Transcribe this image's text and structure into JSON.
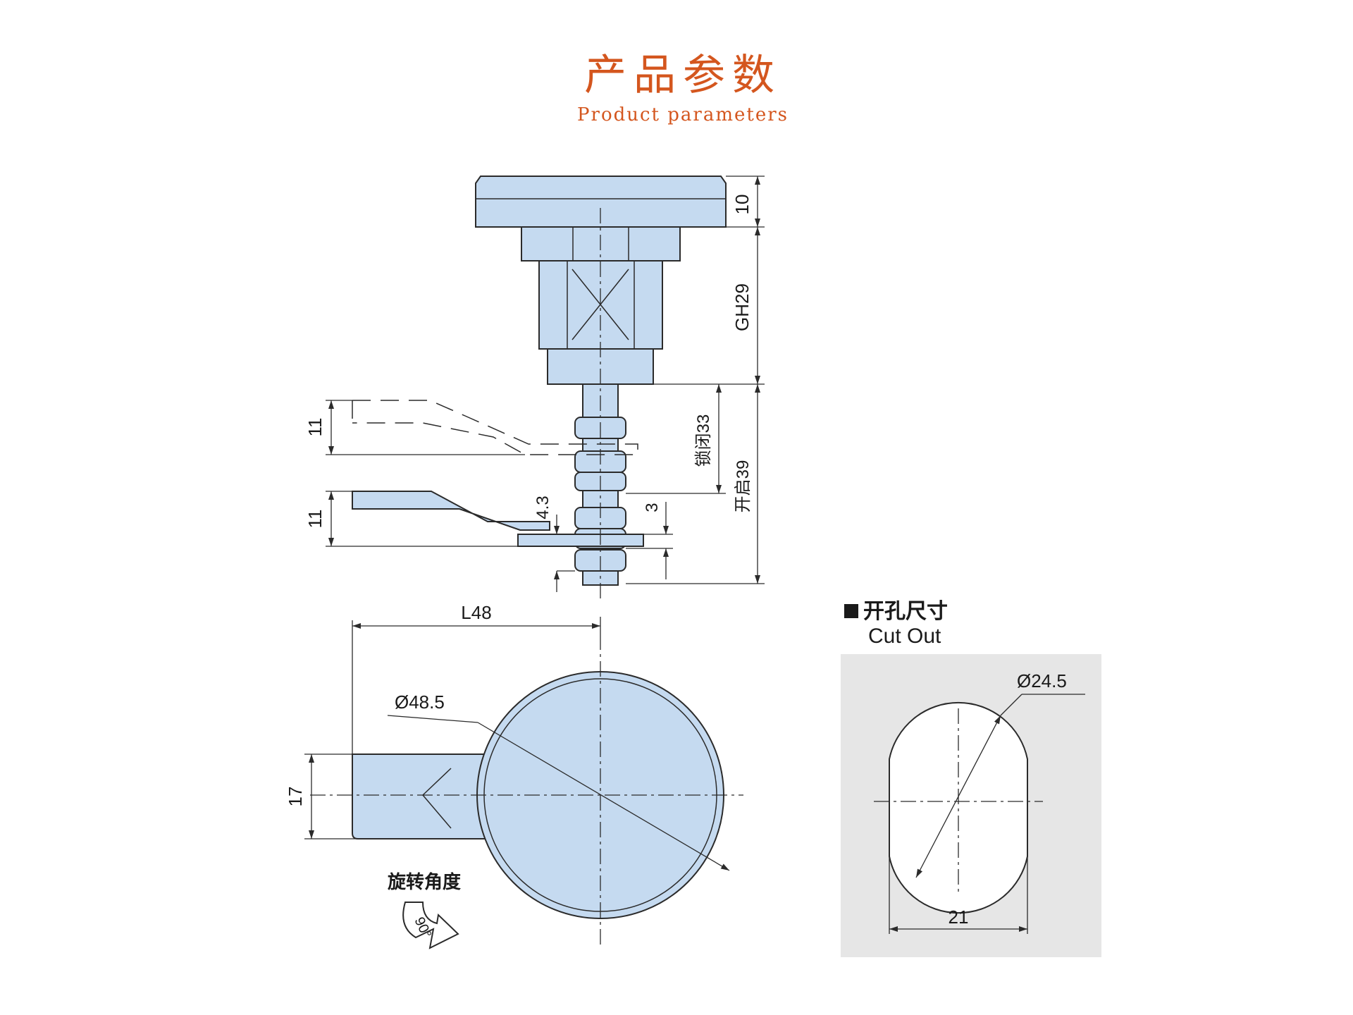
{
  "header": {
    "title": "产品参数",
    "subtitle": "Product parameters"
  },
  "dimensions": {
    "knob_height": "10",
    "body_height": "GH29",
    "locked_height": "锁闭33",
    "open_height": "开启39",
    "cam_thickness_upper": "11",
    "cam_thickness_lower": "11",
    "cam_offset": "4.3",
    "nut_gap": "3",
    "cam_length": "L48",
    "knob_diameter": "Ø48.5",
    "cam_width": "17",
    "rotation_label": "旋转角度",
    "rotation_angle": "90°"
  },
  "cutout": {
    "title_zh": "开孔尺寸",
    "title_en": "Cut Out",
    "diameter": "Ø24.5",
    "flat_width": "21"
  },
  "colors": {
    "accent": "#d4561e",
    "part_fill": "#c5daf0",
    "line": "#2b2b2b",
    "cutout_panel": "#e6e6e6"
  }
}
